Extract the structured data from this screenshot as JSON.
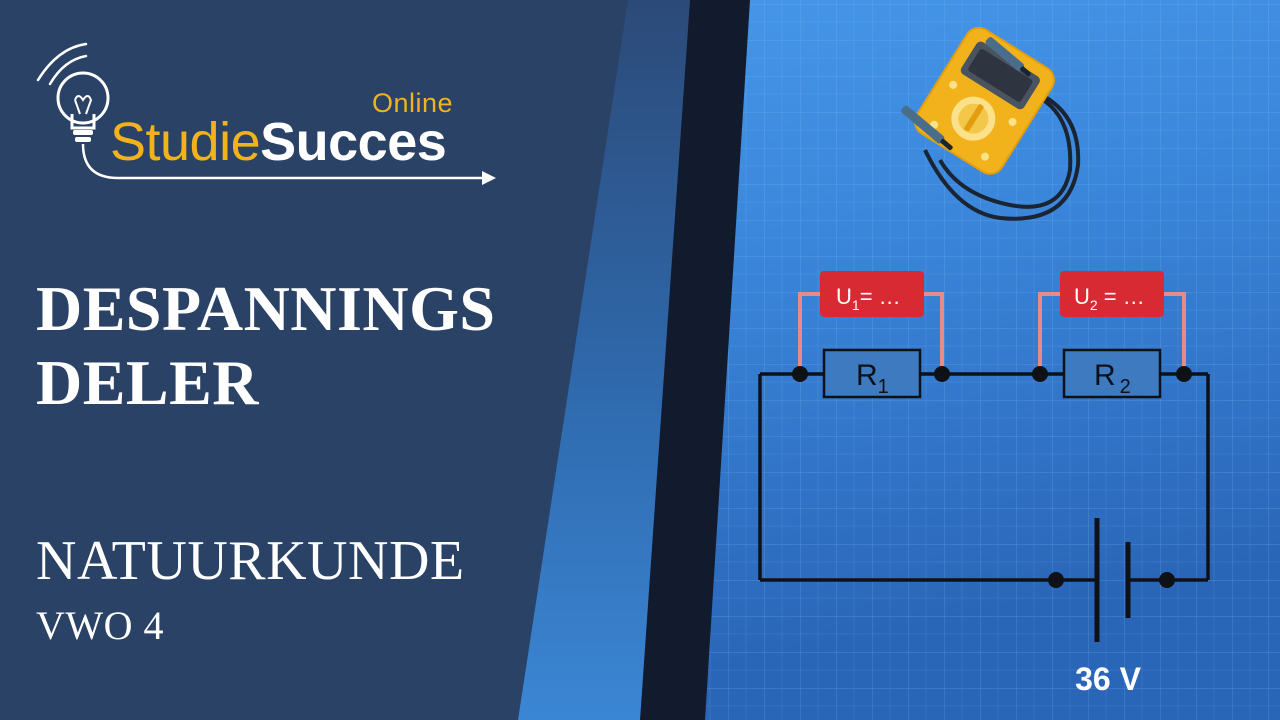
{
  "logo": {
    "online": "Online",
    "studie": "Studie",
    "succes": "Succes"
  },
  "title": {
    "line1": "DESPANNINGS",
    "line2": "DELER"
  },
  "subject": "NATUURKUNDE",
  "level": "VWO 4",
  "circuit": {
    "r1": {
      "symbol": "R",
      "sub": "1"
    },
    "r2": {
      "symbol": "R",
      "sub": "2"
    },
    "u1": {
      "symbol": "U",
      "sub": "1",
      "rest": "= …"
    },
    "u2": {
      "symbol": "U",
      "sub": "2",
      "rest": " = …"
    },
    "voltage": "36 V"
  },
  "icons": [
    "lightbulb-icon",
    "multimeter-icon"
  ],
  "colors": {
    "navy": "#2a4266",
    "blue": "#3f8ee0",
    "accent": "#f2b21b",
    "label": "#d82a33",
    "probe": "#e88a8a"
  }
}
